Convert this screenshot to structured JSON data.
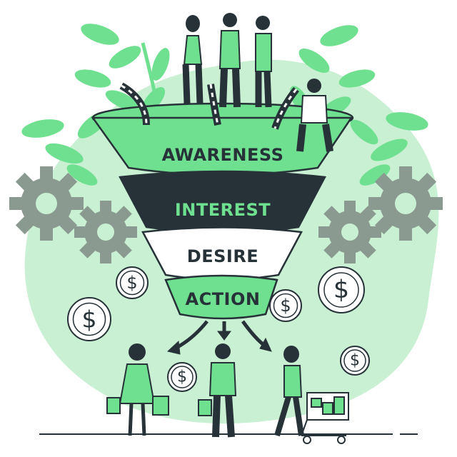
{
  "funnel": {
    "stages": [
      {
        "label": "AWARENESS"
      },
      {
        "label": "INTEREST"
      },
      {
        "label": "DESIRE"
      },
      {
        "label": "ACTION"
      }
    ]
  },
  "icons": [
    "gear-icon",
    "dollar-coin-icon",
    "leaf-branch-icon",
    "shopping-bag-icon",
    "shopping-cart-icon",
    "down-arrow-icon"
  ],
  "colors": {
    "accent": "#6ee08f",
    "background_blob": "#c9f0d3",
    "dark": "#263238",
    "gear": "#8a9a90",
    "white": "#ffffff"
  }
}
